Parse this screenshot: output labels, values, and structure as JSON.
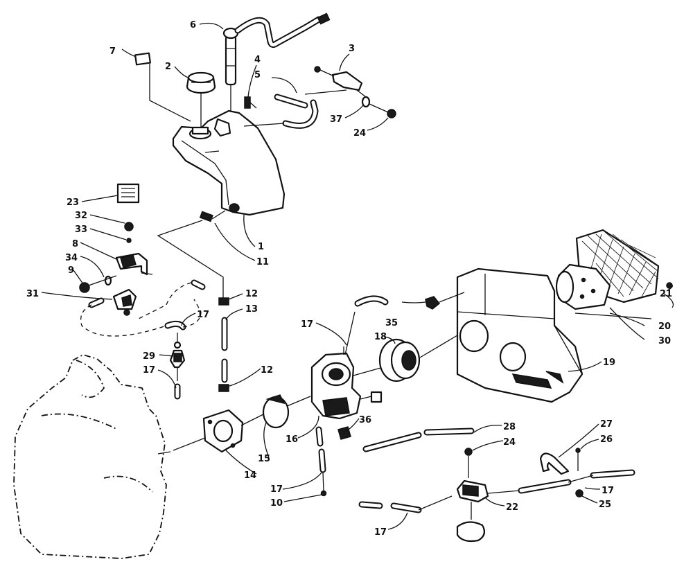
{
  "callouts": {
    "c1": "1",
    "c2": "2",
    "c3": "3",
    "c4": "4",
    "c5": "5",
    "c6": "6",
    "c7": "7",
    "c8": "8",
    "c9": "9",
    "c10": "10",
    "c11": "11",
    "c12a": "12",
    "c12b": "12",
    "c13": "13",
    "c14": "14",
    "c15": "15",
    "c16": "16",
    "c17a": "17",
    "c17b": "17",
    "c17c": "17",
    "c17d": "17",
    "c17e": "17",
    "c17f": "17",
    "c18": "18",
    "c19": "19",
    "c20": "20",
    "c21": "21",
    "c22": "22",
    "c23": "23",
    "c24a": "24",
    "c24b": "24",
    "c25": "25",
    "c26": "26",
    "c27": "27",
    "c28": "28",
    "c29": "29",
    "c30": "30",
    "c31": "31",
    "c32": "32",
    "c33": "33",
    "c34": "34",
    "c35": "35",
    "c36": "36",
    "c37": "37"
  },
  "colors": {
    "ink": "#111111",
    "paper": "#ffffff"
  }
}
